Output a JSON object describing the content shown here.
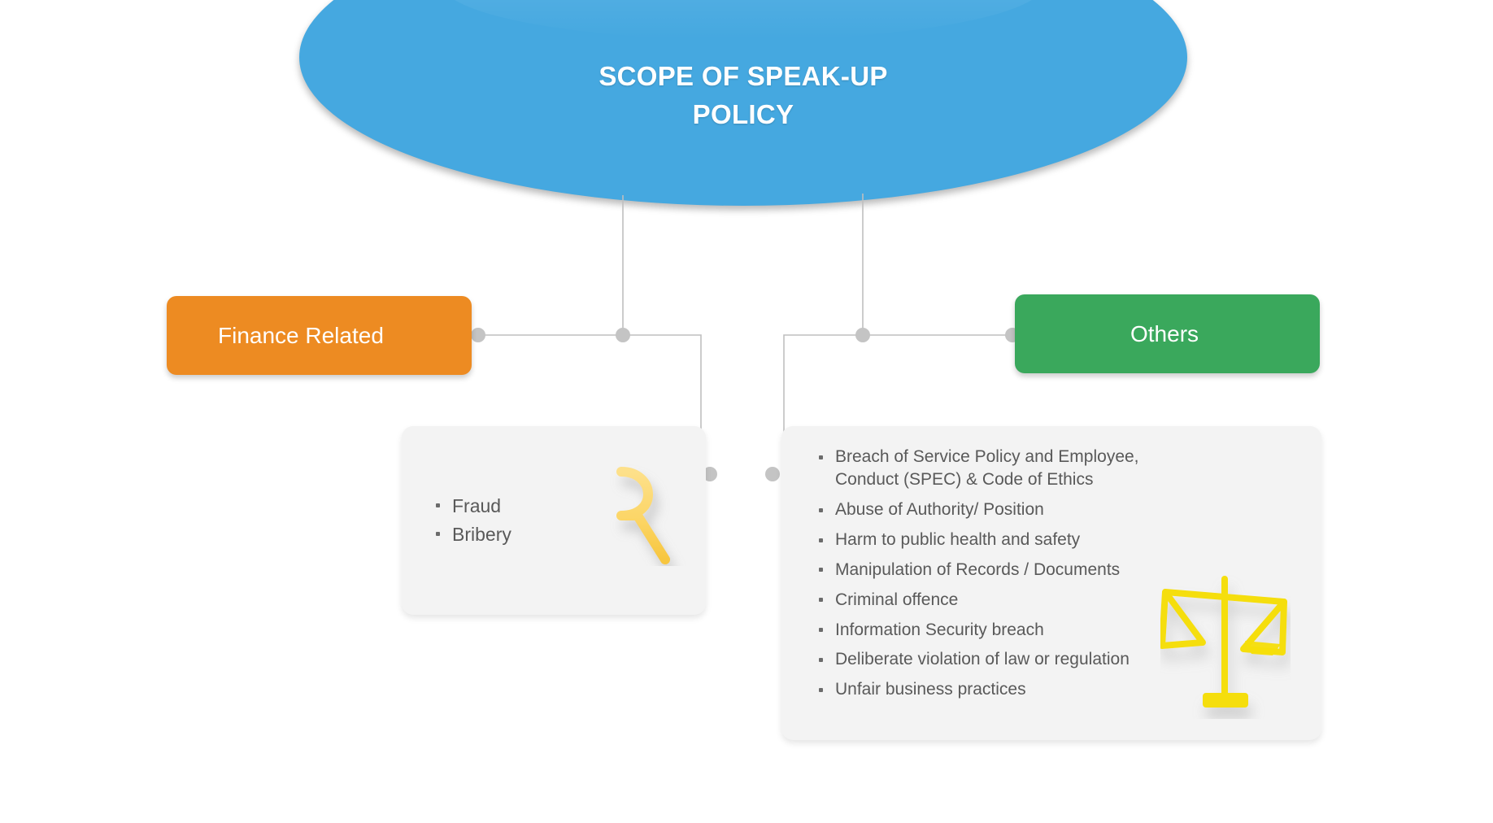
{
  "title": {
    "line1": "SCOPE OF SPEAK-UP",
    "line2": "POLICY",
    "full": "SCOPE OF SPEAK-UP POLICY"
  },
  "categories": [
    {
      "id": "finance",
      "label": "Finance Related",
      "color": "#ed8b22"
    },
    {
      "id": "others",
      "label": "Others",
      "color": "#3aa85c"
    }
  ],
  "cards": {
    "finance": {
      "icon": "rupee-icon",
      "icon_color": "#fcd96b",
      "items": [
        "Fraud",
        "Bribery"
      ]
    },
    "others": {
      "icon": "scales-icon",
      "icon_color": "#f5de0a",
      "items": [
        "Breach of Service Policy and Employee, Conduct (SPEC) & Code of Ethics",
        "Abuse of Authority/ Position",
        "Harm to public health and safety",
        "Manipulation of Records / Documents",
        "Criminal offence",
        "Information Security breach",
        "Deliberate violation of law or regulation",
        "Unfair business practices"
      ]
    }
  },
  "colors": {
    "header": "#45a8e0",
    "finance": "#ed8b22",
    "others": "#3aa85c",
    "card_bg": "#f3f3f3",
    "connector": "#bfbfbf",
    "connector_dot": "#c4c4c4",
    "body_text": "#595959"
  }
}
